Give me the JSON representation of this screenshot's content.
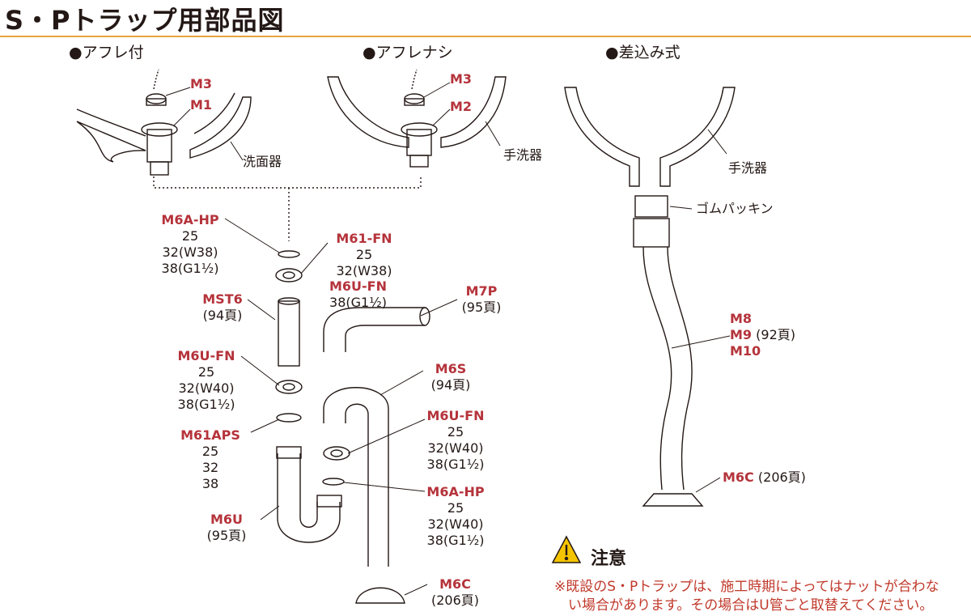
{
  "title": "S・Pトラップ用部品図",
  "sections": {
    "overflow": "●アフレ付",
    "no_overflow": "●アフレナシ",
    "insert": "●差込み式"
  },
  "labels": {
    "m3_a": "M3",
    "m1": "M1",
    "basin_a": "洗面器",
    "m3_b": "M3",
    "m2": "M2",
    "handbasin_b": "手洗器",
    "handbasin_c": "手洗器",
    "gasket": "ゴムパッキン",
    "m6ahp_top": "M6A-HP",
    "m6ahp_top_sizes": [
      "25",
      "32(W38)",
      "38(G1½)"
    ],
    "m61fn": "M61-FN",
    "m61fn_sizes": [
      "25",
      "32(W38)"
    ],
    "m6ufn_top": "M6U-FN",
    "m6ufn_top_sizes": [
      "38(G1½)"
    ],
    "mst6": "MST6",
    "mst6_page": "(94頁)",
    "m7p": "M7P",
    "m7p_page": "(95頁)",
    "m6ufn_mid": "M6U-FN",
    "m6ufn_mid_sizes": [
      "25",
      "32(W40)",
      "38(G1½)"
    ],
    "m6s": "M6S",
    "m6s_page": "(94頁)",
    "m6ufn_right": "M6U-FN",
    "m6ufn_right_sizes": [
      "25",
      "32(W40)",
      "38(G1½)"
    ],
    "m61aps": "M61APS",
    "m61aps_sizes": [
      "25",
      "32",
      "38"
    ],
    "m6ahp_bot": "M6A-HP",
    "m6ahp_bot_sizes": [
      "25",
      "32(W40)",
      "38(G1½)"
    ],
    "m6u": "M6U",
    "m6u_page": "(95頁)",
    "m6c_a": "M6C",
    "m6c_a_page": "(206頁)",
    "m8": "M8",
    "m9": "M9",
    "m10": "M10",
    "m8_page": "(92頁)",
    "m6c_b": "M6C",
    "m6c_b_page": "(206頁)"
  },
  "notice": {
    "heading": "注意",
    "icon": "warning-triangle-icon",
    "line1": "※既設のS・Pトラップは、施工時期によってはナットが合わな",
    "line2": "い場合があります。その場合はU管ごと取替えてください。"
  },
  "colors": {
    "accent": "#e8a33d",
    "part_code": "#b5333b",
    "warning": "#c0392b"
  }
}
